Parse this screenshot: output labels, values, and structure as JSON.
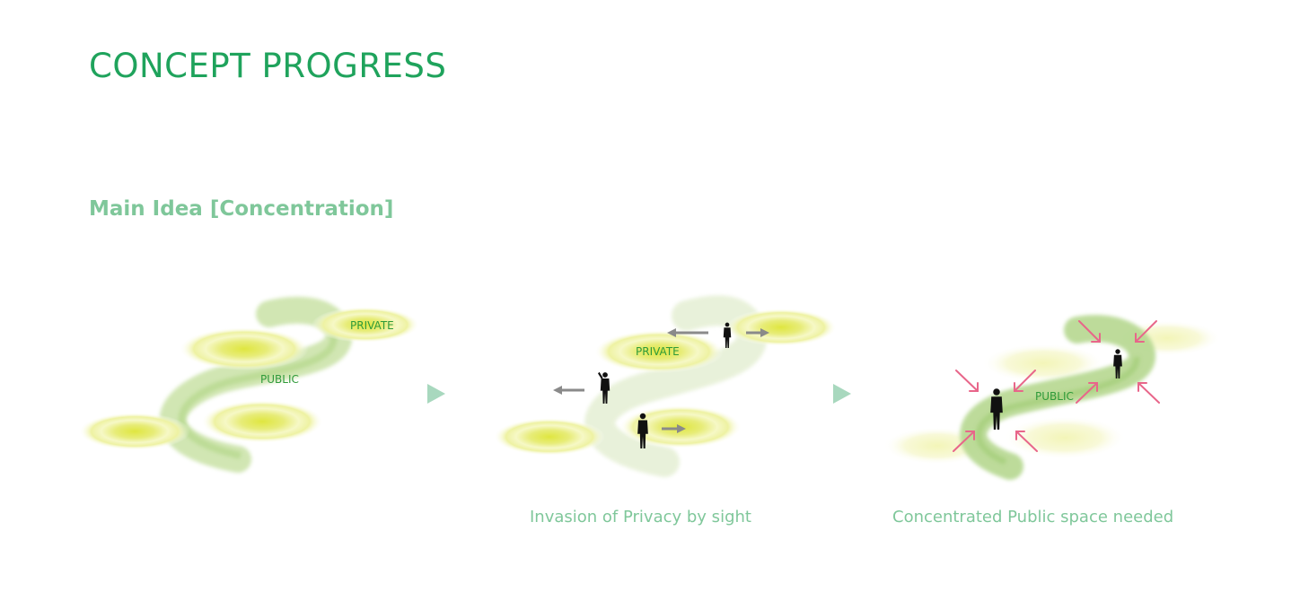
{
  "title": "CONCEPT PROGRESS",
  "subtitle": "Main Idea [Concentration]",
  "panels": [
    {
      "labels": {
        "private": "PRIVATE",
        "public": "PUBLIC"
      },
      "caption": ""
    },
    {
      "labels": {
        "private": "PRIVATE"
      },
      "caption": "Invasion of Privacy by sight"
    },
    {
      "labels": {
        "public": "PUBLIC"
      },
      "caption": "Concentrated Public space needed"
    }
  ],
  "colors": {
    "title": "#1fa35c",
    "subtitle": "#7fc79a",
    "private_zone": "#e4ea6a",
    "public_stroke": "#b8d88e",
    "step_arrow": "#a8d8be",
    "sight_arrow": "#8a8a8a",
    "focus_arrow": "#e8668a",
    "person": "#111111"
  },
  "icons": [
    "person-silhouette-icon",
    "arrow-left-icon",
    "arrow-right-icon",
    "triangle-next-icon",
    "diagonal-arrow-icon"
  ]
}
